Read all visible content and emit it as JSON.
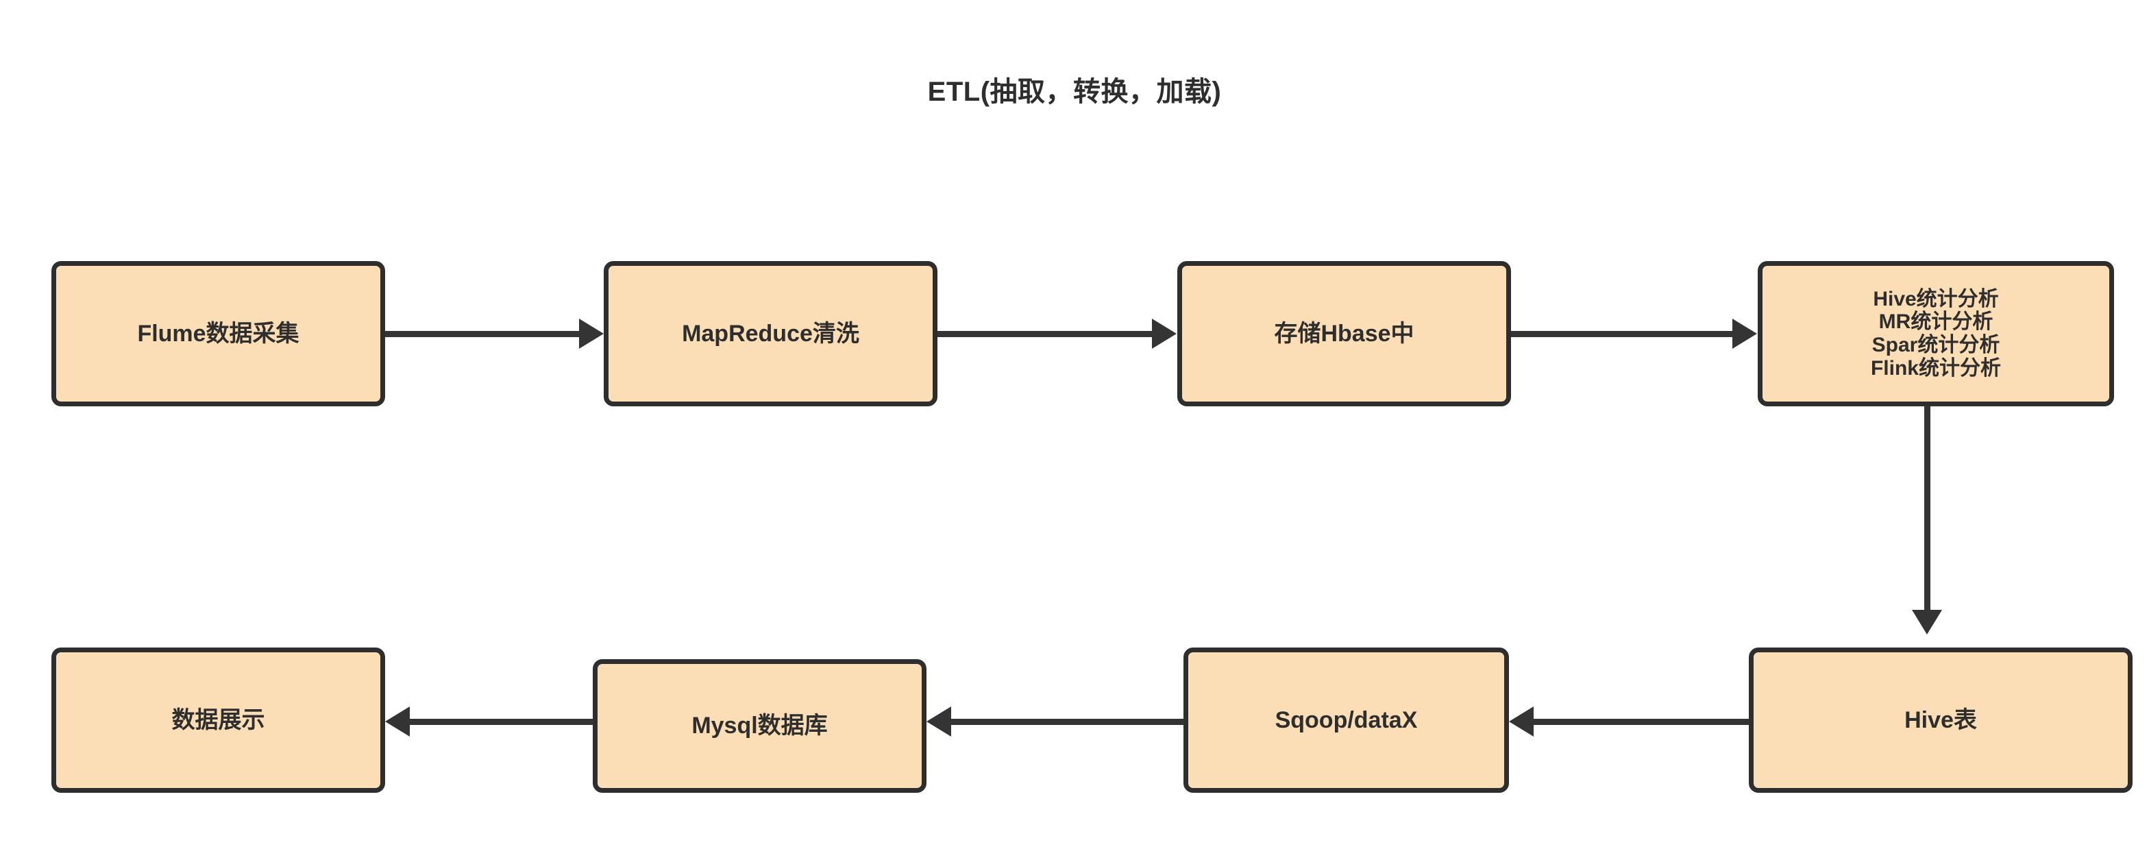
{
  "diagram": {
    "title": "ETL(抽取，转换，加载)",
    "colors": {
      "node_fill": "#fbdeb5",
      "node_border": "#2e2e2e",
      "connector": "#343434",
      "text": "#2e2e2e",
      "background": "#ffffff"
    },
    "nodes": [
      {
        "id": "flume",
        "label": "Flume数据采集",
        "row": "top",
        "order": 1
      },
      {
        "id": "mapreduce",
        "label": "MapReduce清洗",
        "row": "top",
        "order": 2
      },
      {
        "id": "hbase",
        "label": "存储Hbase中",
        "row": "top",
        "order": 3
      },
      {
        "id": "analysis",
        "row": "top",
        "order": 4,
        "lines": [
          "Hive统计分析",
          "MR统计分析",
          "Spar统计分析",
          "Flink统计分析"
        ]
      },
      {
        "id": "hivetable",
        "label": "Hive表",
        "row": "bottom",
        "order": 1
      },
      {
        "id": "sqoop",
        "label": "Sqoop/dataX",
        "row": "bottom",
        "order": 2
      },
      {
        "id": "mysql",
        "label": "Mysql数据库",
        "row": "bottom",
        "order": 3
      },
      {
        "id": "display",
        "label": "数据展示",
        "row": "bottom",
        "order": 4
      }
    ],
    "edges": [
      {
        "from": "flume",
        "to": "mapreduce",
        "direction": "right"
      },
      {
        "from": "mapreduce",
        "to": "hbase",
        "direction": "right"
      },
      {
        "from": "hbase",
        "to": "analysis",
        "direction": "right"
      },
      {
        "from": "analysis",
        "to": "hivetable",
        "direction": "down"
      },
      {
        "from": "hivetable",
        "to": "sqoop",
        "direction": "left"
      },
      {
        "from": "sqoop",
        "to": "mysql",
        "direction": "left"
      },
      {
        "from": "mysql",
        "to": "display",
        "direction": "left"
      }
    ]
  }
}
